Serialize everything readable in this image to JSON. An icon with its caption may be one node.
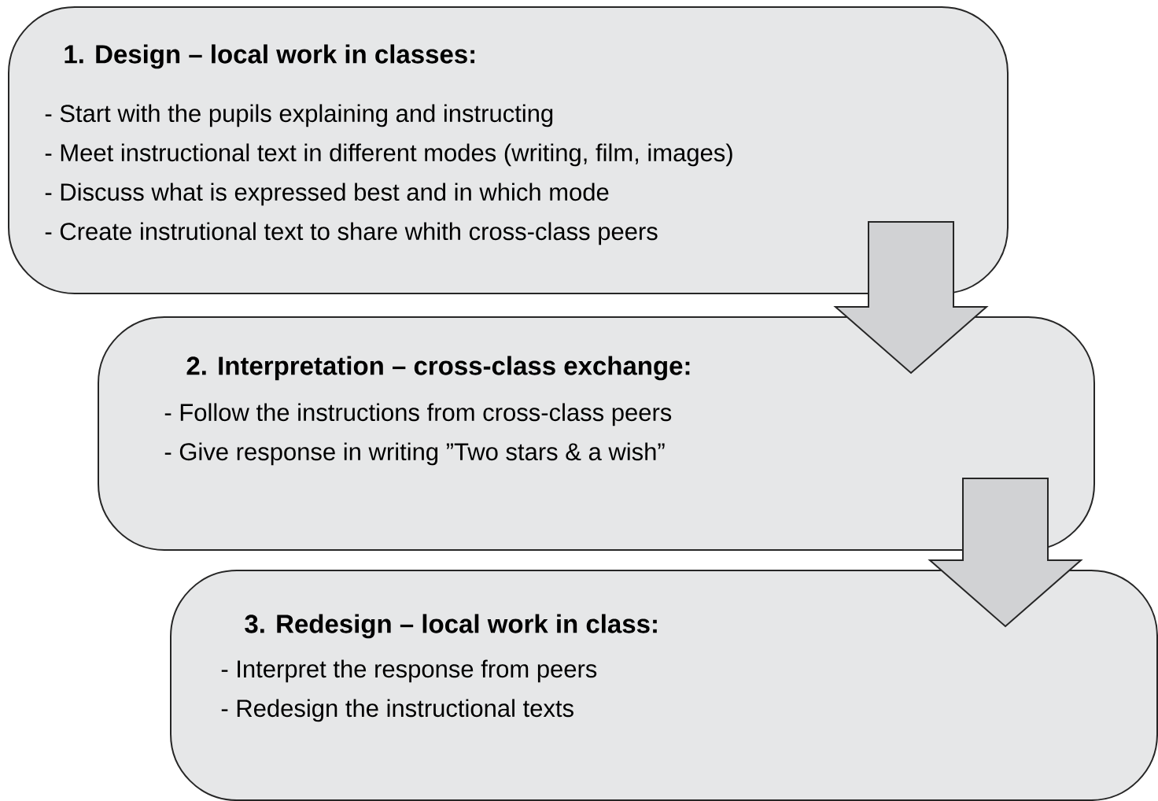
{
  "diagram": {
    "nodes": [
      {
        "text": [
          "1. Design – local work in classes:",
          "- Start with the pupils explaining and instructing",
          "- Meet instructional text in different modes (writing, film, images)",
          "- Discuss what is expressed best and in which mode",
          "- Create instrutional text to share whith cross-class peers"
        ]
      },
      {
        "text": [
          "2. Interpretation – cross-class exchange:",
          "- Follow the instructions from cross-class peers",
          "- Give response in writing ”Two stars & a wish”"
        ]
      },
      {
        "text": [
          "3. Redesign – local work in class:",
          "- Interpret the response from peers",
          "- Redesign the instructional texts"
        ]
      }
    ],
    "edges": [
      {
        "from": 0,
        "to": 1,
        "arrow": "to"
      },
      {
        "from": 1,
        "to": 2,
        "arrow": "to"
      }
    ]
  }
}
